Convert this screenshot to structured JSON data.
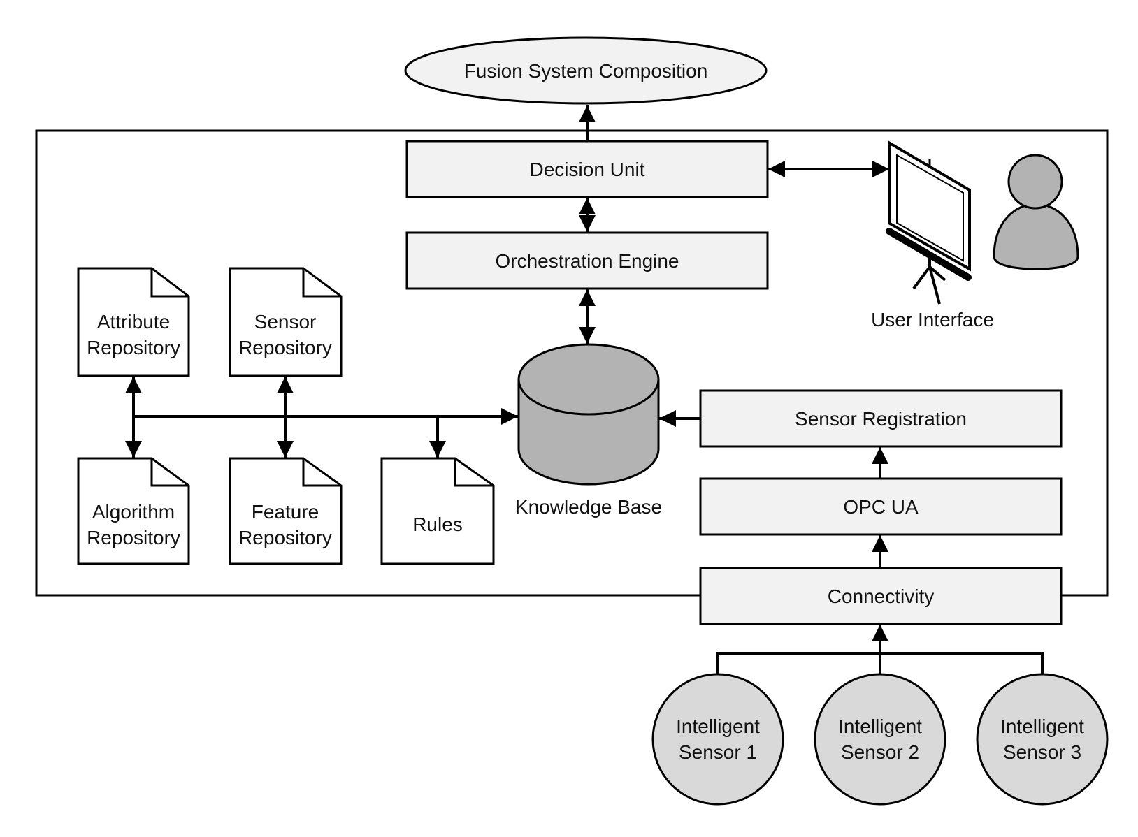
{
  "diagram": {
    "title": "Fusion System Composition",
    "decision_unit": "Decision Unit",
    "orchestration_engine": "Orchestration Engine",
    "knowledge_base": "Knowledge Base",
    "user_interface": "User Interface",
    "attribute_repository": [
      "Attribute",
      "Repository"
    ],
    "sensor_repository": [
      "Sensor",
      "Repository"
    ],
    "algorithm_repository": [
      "Algorithm",
      "Repository"
    ],
    "feature_repository": [
      "Feature",
      "Repository"
    ],
    "rules": "Rules",
    "sensor_registration": "Sensor Registration",
    "opc_ua": "OPC UA",
    "connectivity": "Connectivity",
    "sensors": [
      [
        "Intelligent",
        "Sensor 1"
      ],
      [
        "Intelligent",
        "Sensor 2"
      ],
      [
        "Intelligent",
        "Sensor 3"
      ]
    ]
  },
  "colors": {
    "box_fill": "#f2f2f2",
    "shape_fill": "#b3b3b3",
    "line": "#000000"
  }
}
